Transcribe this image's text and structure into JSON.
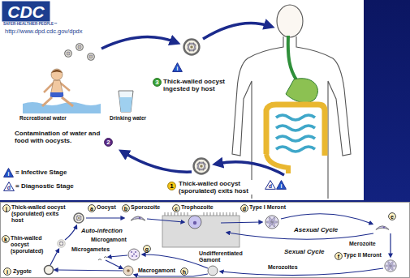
{
  "diagram": {
    "nodes": [
      {
        "text": [
          "CDC"
        ]
      },
      {
        "text": [
          "i"
        ]
      },
      {
        "text": [
          "3"
        ]
      },
      {
        "text": [
          "2"
        ]
      },
      {
        "text": [
          "i"
        ]
      },
      {
        "text": [
          "d"
        ]
      },
      {
        "text": [
          "1"
        ]
      },
      {
        "text": [
          "d"
        ]
      },
      {
        "text": [
          "i"
        ]
      },
      {
        "text": [
          "j"
        ]
      },
      {
        "text": [
          "a"
        ]
      },
      {
        "text": [
          "b"
        ]
      },
      {
        "text": [
          "c"
        ]
      },
      {
        "text": [
          "d"
        ]
      },
      {
        "text": [
          "e"
        ]
      },
      {
        "text": [
          "f"
        ]
      },
      {
        "text": [
          "g"
        ]
      },
      {
        "text": [
          "h"
        ]
      },
      {
        "text": [
          "i"
        ]
      },
      {
        "text": [
          "k"
        ]
      }
    ],
    "labels": [
      "SAFER·HEALTHIER·PEOPLE™",
      "http://www.dpd.cdc.gov/dpdx",
      "Thick-walled oocyst ingested by host",
      "Recreational water",
      "Drinking water",
      "Contamination of water and food with oocysts.",
      "= Infective Stage",
      "= Diagnostic Stage",
      "Thick-walled oocyst (sporulated) exits host",
      "Thick-walled oocyst (sporulated) exits host",
      "Oocyst",
      "Sporozoite",
      "Trophozoite",
      "Type I Meront",
      "Asexual Cycle",
      "Merozoite",
      "Type II Meront",
      "Sexual Cycle",
      "Merozoites",
      "Undifferentiated Gamont",
      "Microgamont",
      "Microgametes",
      "Macrogamont",
      "Zygote",
      "Auto-infection",
      "Thin-walled oocyst (sporulated)"
    ]
  }
}
